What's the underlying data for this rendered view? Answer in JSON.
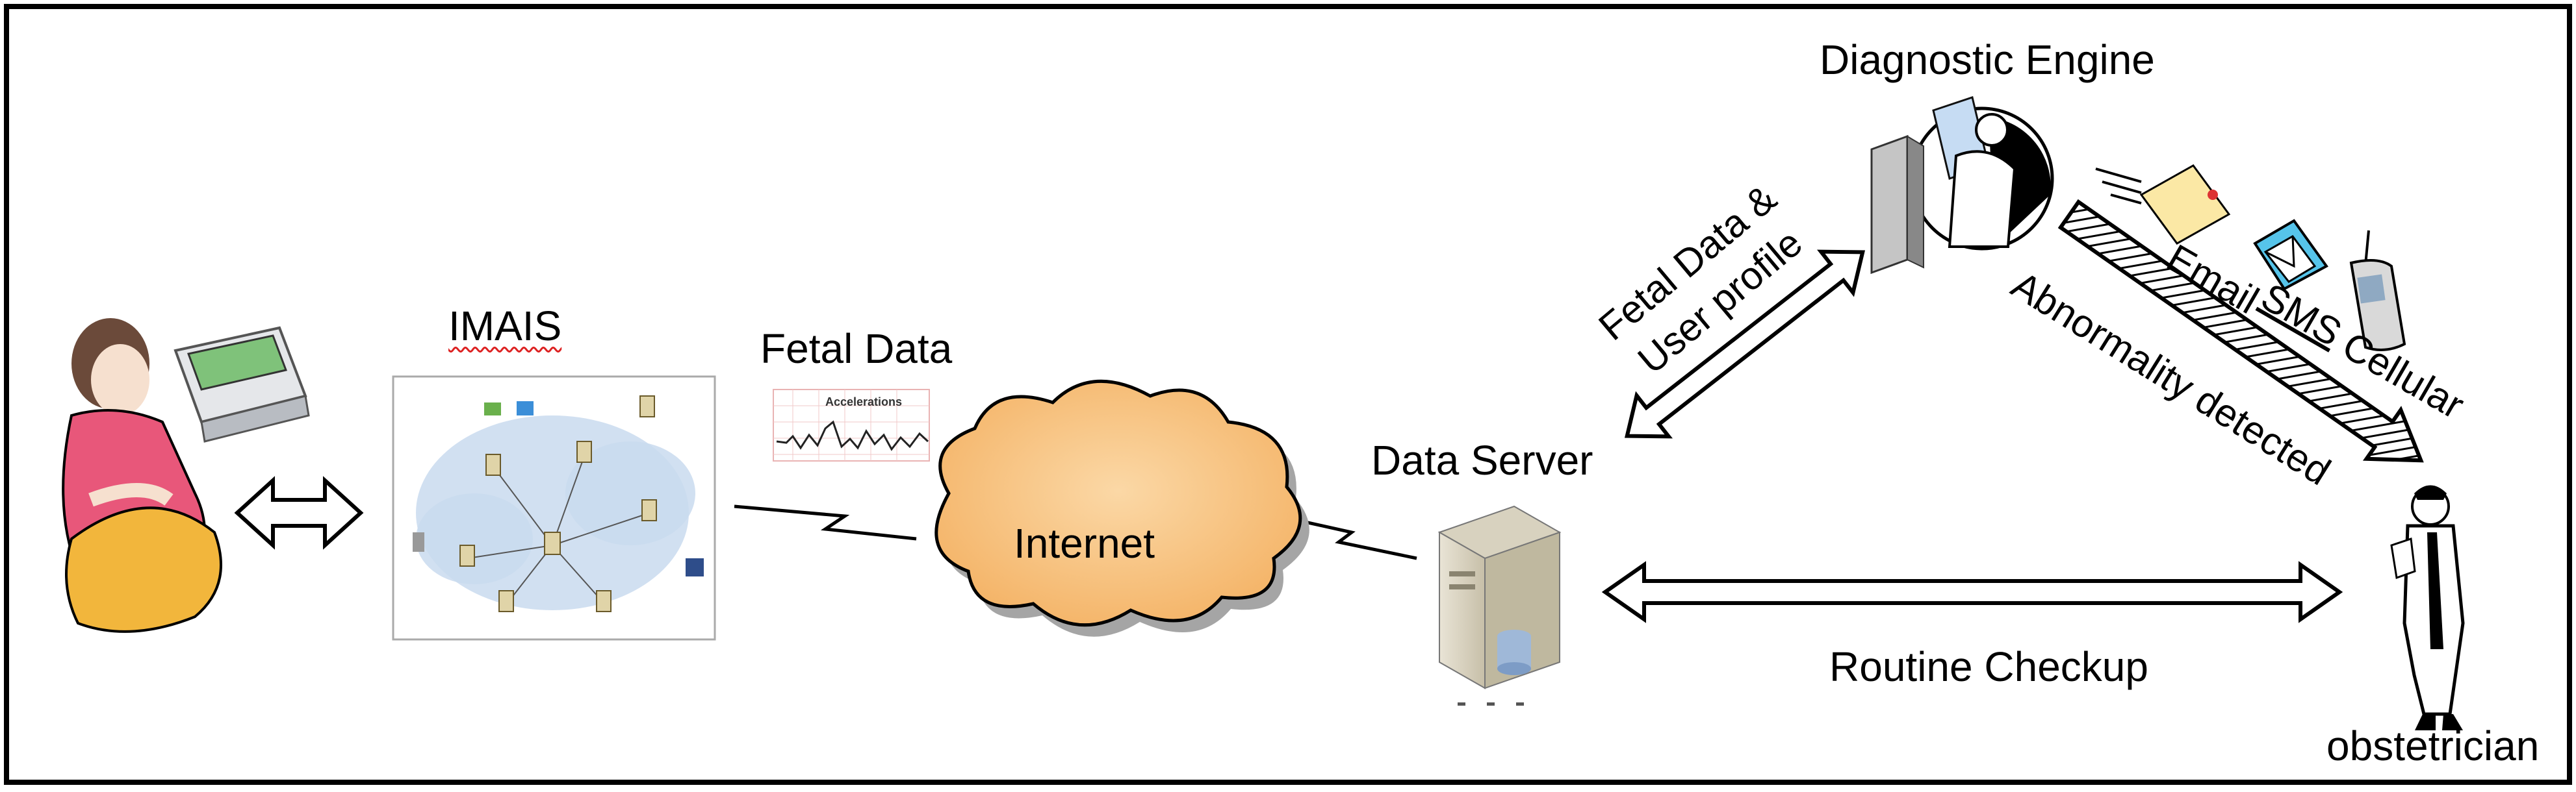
{
  "labels": {
    "imais": "IMAIS",
    "fetal_data": "Fetal Data",
    "internet": "Internet",
    "data_server": "Data Server",
    "diagnostic_engine": "Diagnostic Engine",
    "fetal_data_user_profile_line1": "Fetal Data &",
    "fetal_data_user_profile_line2": "User profile",
    "email": "Email",
    "sms": "SMS",
    "cellular": "Cellular",
    "abnormality_detected": "Abnormality detected",
    "routine_checkup": "Routine Checkup",
    "obstetrician": "obstetrician",
    "ctg_trace_title": "Accelerations"
  },
  "colors": {
    "cloud_fill": "#f9c88a",
    "network_cloud": "#c9dbef",
    "border": "#000000",
    "pregnant_top": "#e8577a",
    "pregnant_belly": "#f2b63c"
  }
}
